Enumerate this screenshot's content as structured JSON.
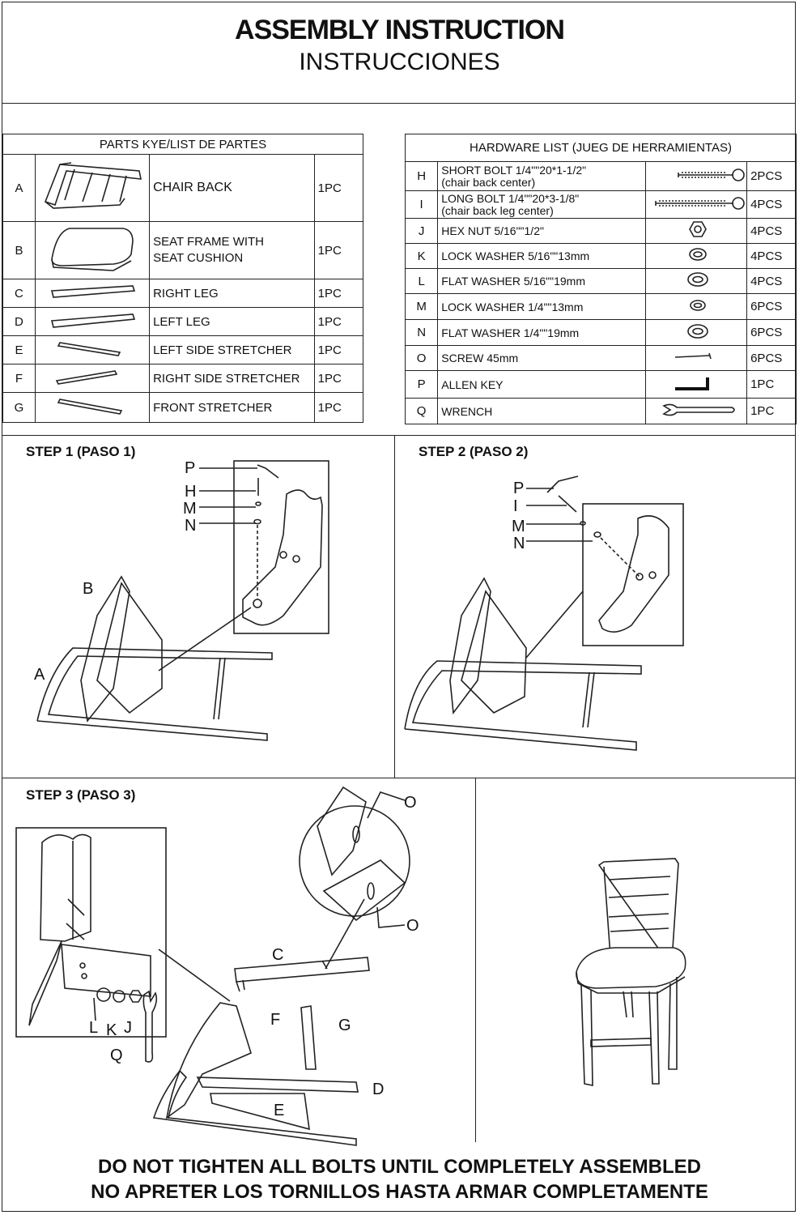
{
  "title": {
    "main": "ASSEMBLY  INSTRUCTION",
    "sub": "INSTRUCCIONES"
  },
  "parts": {
    "header": "PARTS KYE/LIST DE PARTES",
    "rows": [
      {
        "letter": "A",
        "name": "CHAIR BACK",
        "qty": "1PC"
      },
      {
        "letter": "B",
        "name": "SEAT FRAME WITH\nSEAT CUSHION",
        "qty": "1PC"
      },
      {
        "letter": "C",
        "name": "RIGHT LEG",
        "qty": "1PC"
      },
      {
        "letter": "D",
        "name": "LEFT LEG",
        "qty": "1PC"
      },
      {
        "letter": "E",
        "name": "LEFT SIDE STRETCHER",
        "qty": "1PC"
      },
      {
        "letter": "F",
        "name": "RIGHT SIDE STRETCHER",
        "qty": "1PC"
      },
      {
        "letter": "G",
        "name": "FRONT STRETCHER",
        "qty": "1PC"
      }
    ]
  },
  "hardware": {
    "header": "HARDWARE LIST (JUEG DE HERRAMIENTAS)",
    "rows": [
      {
        "letter": "H",
        "name": "SHORT BOLT 1/4\"\"20*1-1/2\"\n(chair back center)",
        "qty": "2PCS",
        "icon": "bolt-icon"
      },
      {
        "letter": "I",
        "name": "LONG BOLT 1/4\"\"20*3-1/8\"\n(chair back leg center)",
        "qty": "4PCS",
        "icon": "bolt-icon"
      },
      {
        "letter": "J",
        "name": "HEX NUT 5/16\"\"1/2\"",
        "qty": "4PCS",
        "icon": "hex-nut-icon"
      },
      {
        "letter": "K",
        "name": "LOCK WASHER 5/16\"\"13mm",
        "qty": "4PCS",
        "icon": "washer-icon"
      },
      {
        "letter": "L",
        "name": "FLAT WASHER 5/16\"\"19mm",
        "qty": "4PCS",
        "icon": "washer-icon"
      },
      {
        "letter": "M",
        "name": "LOCK WASHER 1/4\"\"13mm",
        "qty": "6PCS",
        "icon": "washer-icon"
      },
      {
        "letter": "N",
        "name": "FLAT WASHER 1/4\"\"19mm",
        "qty": "6PCS",
        "icon": "washer-icon"
      },
      {
        "letter": "O",
        "name": "SCREW 45mm",
        "qty": "6PCS",
        "icon": "screw-icon"
      },
      {
        "letter": "P",
        "name": "ALLEN KEY",
        "qty": "1PC",
        "icon": "allen-key-icon"
      },
      {
        "letter": "Q",
        "name": "WRENCH",
        "qty": "1PC",
        "icon": "wrench-icon"
      }
    ]
  },
  "steps": {
    "step1": {
      "label": "STEP 1 (PASO 1)",
      "callouts": [
        "P",
        "H",
        "M",
        "N"
      ],
      "parts": [
        "B",
        "A"
      ]
    },
    "step2": {
      "label": "STEP 2 (PASO 2)",
      "callouts": [
        "P",
        "I",
        "M",
        "N"
      ]
    },
    "step3": {
      "label": "STEP 3 (PASO 3)",
      "callouts": [
        "O",
        "O",
        "C",
        "F",
        "G",
        "D",
        "E",
        "L",
        "K",
        "J",
        "Q"
      ]
    }
  },
  "footer": {
    "line1": "DO NOT TIGHTEN ALL BOLTS UNTIL COMPLETELY ASSEMBLED",
    "line2": "NO APRETER LOS TORNILLOS HASTA ARMAR COMPLETAMENTE"
  }
}
